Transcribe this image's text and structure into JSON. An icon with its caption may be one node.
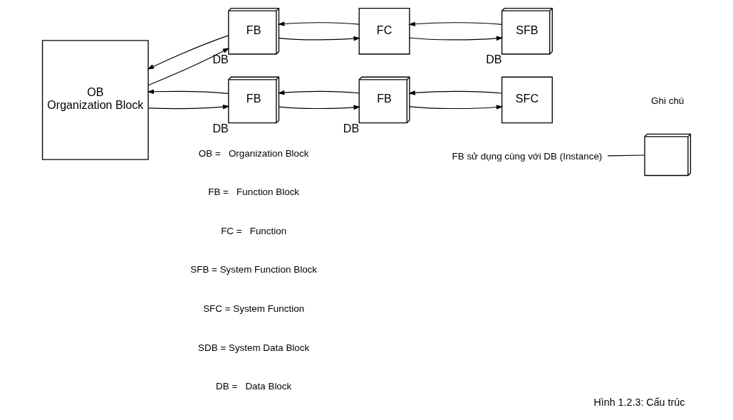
{
  "diagram": {
    "caption": "Hình 1.2.3: Cấu trúc",
    "nodes": [
      {
        "text": [
          "OB",
          "Organization Block"
        ]
      },
      {
        "text": [
          "FB"
        ],
        "beside": [
          "DB"
        ]
      },
      {
        "text": [
          "FC"
        ]
      },
      {
        "text": [
          "SFB"
        ],
        "beside": [
          "DB"
        ]
      },
      {
        "text": [
          "FB"
        ],
        "beside": [
          "DB"
        ]
      },
      {
        "text": [
          "FB"
        ],
        "beside": [
          "DB"
        ]
      },
      {
        "text": [
          "SFC"
        ]
      },
      {
        "text": [],
        "shape": "box"
      },
      {
        "text": [
          "FB sử dụng cùng với DB (Instance)"
        ]
      }
    ],
    "edges": [
      {
        "from": 0,
        "to": 1,
        "arrow": "to"
      },
      {
        "from": 1,
        "to": 0,
        "arrow": "to"
      },
      {
        "from": 1,
        "to": 2,
        "arrow": "to"
      },
      {
        "from": 2,
        "to": 1,
        "arrow": "to"
      },
      {
        "from": 2,
        "to": 3,
        "arrow": "to"
      },
      {
        "from": 3,
        "to": 2,
        "arrow": "to"
      },
      {
        "from": 0,
        "to": 4,
        "arrow": "to"
      },
      {
        "from": 4,
        "to": 0,
        "arrow": "to"
      },
      {
        "from": 4,
        "to": 5,
        "arrow": "to"
      },
      {
        "from": 5,
        "to": 4,
        "arrow": "to"
      },
      {
        "from": 5,
        "to": 6,
        "arrow": "to"
      },
      {
        "from": 6,
        "to": 5,
        "arrow": "to"
      },
      {
        "from": 8,
        "to": 7,
        "arrow": "none"
      }
    ],
    "labels": [
      "OB =   Organization Block",
      "FB =   Function Block",
      "FC =   Function",
      "SFB = System Function Block",
      "SFC = System Function",
      "SDB = System Data Block",
      "DB =   Data Block",
      "Ghi chú"
    ]
  }
}
